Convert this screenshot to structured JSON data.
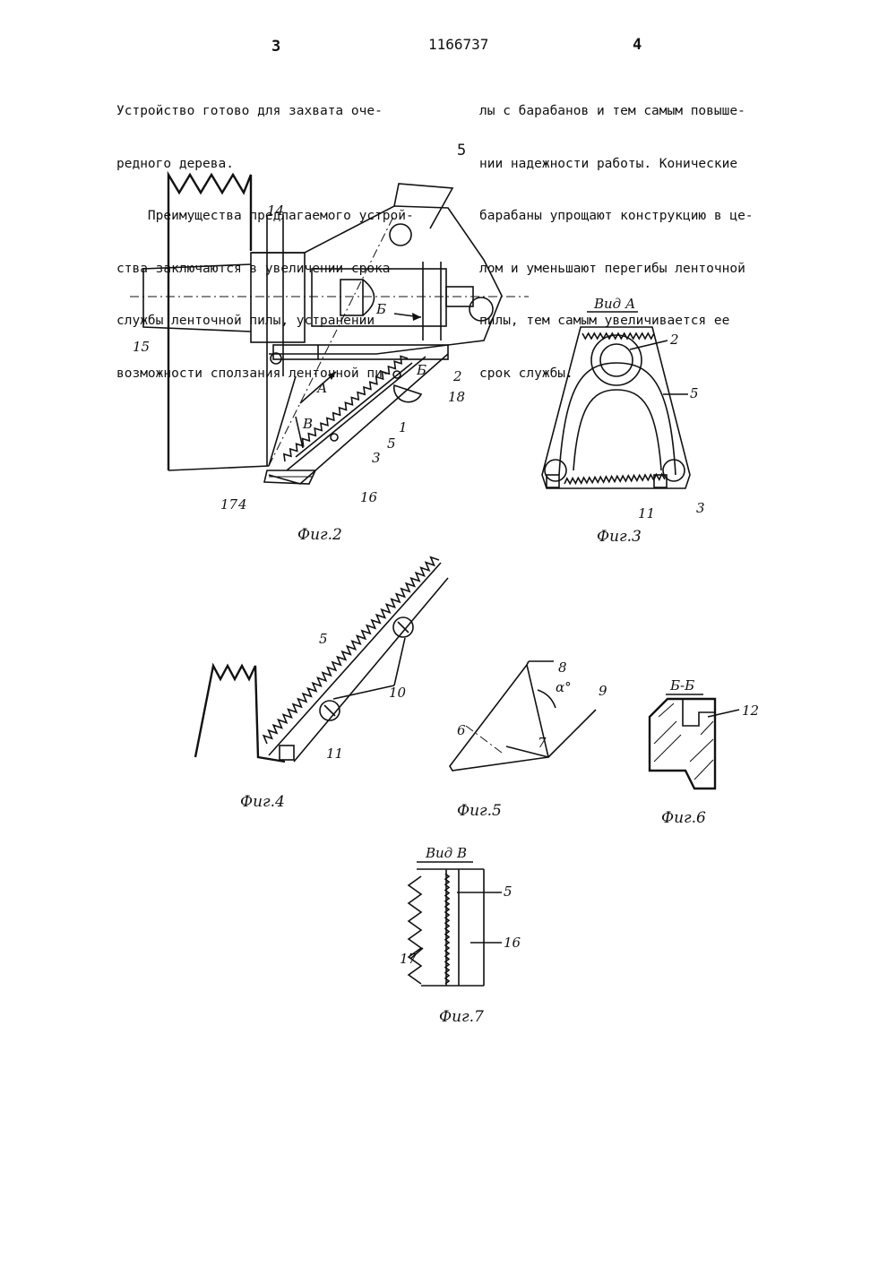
{
  "header": {
    "page_left": "3",
    "patent_number": "1166737",
    "page_right": "4",
    "line_marker": "5"
  },
  "text": {
    "left_lines": [
      "Устройство готово для захвата оче-",
      "редного дерева.",
      "    Преимущества предлагаемого устрой-",
      "ства заключаются в увеличении срока",
      "службы ленточной пилы, устранении",
      "возможности сползания ленточной пи-"
    ],
    "right_lines": [
      "лы с барабанов и тем самым повыше-",
      "нии надежности работы. Конические",
      "барабаны упрощают конструкцию в це-",
      "лом и уменьшают перегибы ленточной",
      "пилы, тем самым увеличивается ее",
      "срок службы."
    ]
  },
  "figures": {
    "fig2": {
      "caption": "Фиг.2",
      "labels": {
        "n14": "14",
        "n15": "15",
        "n2": "2",
        "n18": "18",
        "n1": "1",
        "n5": "5",
        "n3": "3",
        "n16": "16",
        "n17": "17",
        "n4": "4",
        "A": "А",
        "V": "В",
        "B1": "Б",
        "B2": "Б"
      }
    },
    "fig3": {
      "caption": "Фиг.3",
      "title": "Вид А",
      "labels": {
        "n2": "2",
        "n5": "5",
        "n11": "11",
        "n3": "3"
      }
    },
    "fig4": {
      "caption": "Фиг.4",
      "labels": {
        "n5": "5",
        "n10": "10",
        "n11": "11"
      }
    },
    "fig5": {
      "caption": "Фиг.5",
      "labels": {
        "n8": "8",
        "n9": "9",
        "n6": "6",
        "n7": "7",
        "alpha": "α°"
      }
    },
    "fig6": {
      "caption": "Фиг.6",
      "title": "Б-Б",
      "labels": {
        "n12": "12"
      }
    },
    "fig7": {
      "caption": "Фиг.7",
      "title": "Вид В",
      "labels": {
        "n5": "5",
        "n16": "16",
        "n17": "17"
      }
    }
  }
}
